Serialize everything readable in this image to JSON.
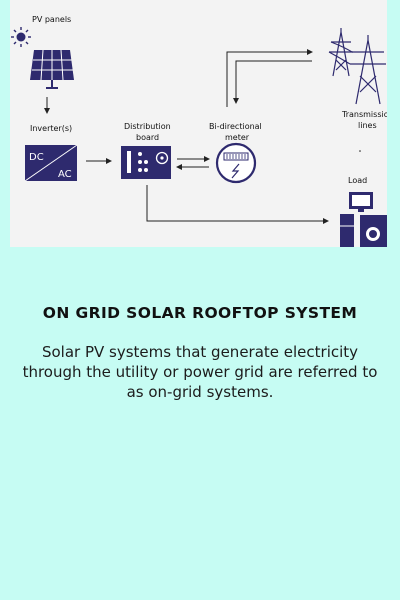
{
  "diagram": {
    "labels": {
      "pv_panels": "PV panels",
      "inverter": "Inverter(s)",
      "distribution_line1": "Distribution",
      "distribution_line2": "board",
      "meter_line1": "Bi-directional",
      "meter_line2": "meter",
      "transmission_line1": "Transmission",
      "transmission_line2": "lines",
      "load": "Load"
    },
    "inverter_dc": "DC",
    "inverter_ac": "AC",
    "colors": {
      "navy": "#2e2a6e",
      "sun": "#2e2a6e",
      "line": "#222222"
    }
  },
  "card": {
    "title": "ON GRID SOLAR ROOFTOP SYSTEM",
    "description": "Solar PV systems that generate electricity through the utility or power grid are referred to as on-grid systems."
  }
}
